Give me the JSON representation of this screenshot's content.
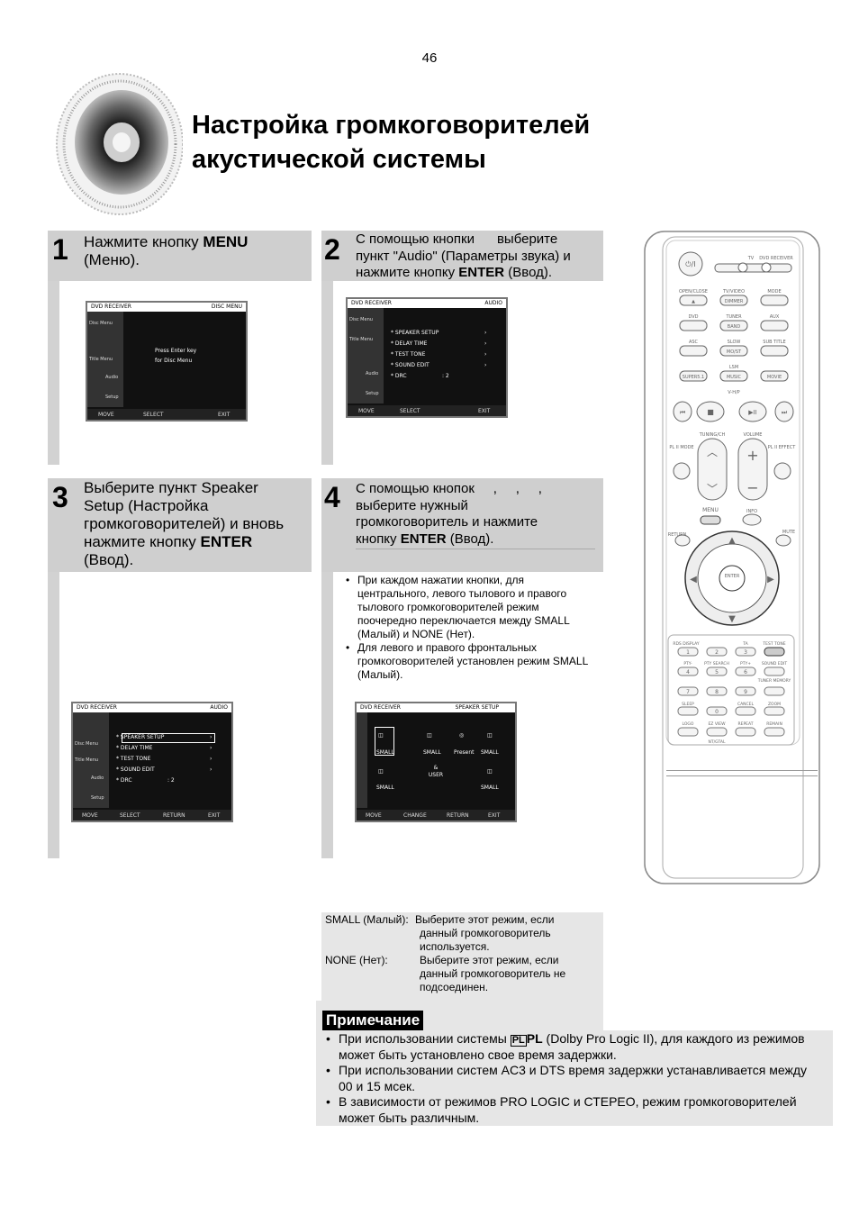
{
  "page_number": "46",
  "title": [
    "Настройка громкоговорителей",
    "акустической системы"
  ],
  "steps": [
    {
      "num": "1",
      "lines": [
        [
          {
            "t": "Нажмите кнопку "
          },
          {
            "t": "MENU",
            "b": true
          }
        ],
        [
          {
            "t": "(Меню)."
          }
        ]
      ]
    },
    {
      "num": "2",
      "lines": [
        [
          {
            "t": "С помощью кнопки      выберите"
          }
        ],
        [
          {
            "t": "пункт \"Audio\" (Параметры звука) и"
          }
        ],
        [
          {
            "t": "нажмите кнопку "
          },
          {
            "t": "ENTER",
            "b": true
          },
          {
            "t": " (Ввод)."
          }
        ]
      ]
    },
    {
      "num": "3",
      "lines": [
        [
          {
            "t": "Выберите пункт Speaker"
          }
        ],
        [
          {
            "t": "Setup (Настройка"
          }
        ],
        [
          {
            "t": "громкоговорителей) и вновь"
          }
        ],
        [
          {
            "t": "нажмите кнопку "
          },
          {
            "t": "ENTER",
            "b": true
          }
        ],
        [
          {
            "t": "(Ввод)."
          }
        ]
      ]
    },
    {
      "num": "4",
      "lines": [
        [
          {
            "t": "С помощью кнопок     ,     ,     ,"
          }
        ],
        [
          {
            "t": "выберите нужный"
          }
        ],
        [
          {
            "t": "громкоговоритель и нажмите"
          }
        ],
        [
          {
            "t": "кнопку "
          },
          {
            "t": "ENTER",
            "b": true
          },
          {
            "t": " (Ввод)."
          }
        ]
      ]
    }
  ],
  "step4_bullets": [
    [
      "При каждом нажатии кнопки, для",
      "центрального, левого тылового и правого",
      "тылового громкоговорителей режим",
      "поочередно переключается между SMALL",
      "(Малый) и NONE (Нет)."
    ],
    [
      "Для левого и правого фронтальных",
      "громкоговорителей установлен режим SMALL",
      "(Малый)."
    ]
  ],
  "screens": {
    "common": {
      "logo": "DVD RECEIVER",
      "side": [
        "Disc Menu",
        "Title Menu",
        "Audio",
        "Setup"
      ]
    },
    "s1": {
      "header": "DISC MENU",
      "message": [
        "Press Enter key",
        "for Disc Menu"
      ],
      "bottom": [
        "MOVE",
        "SELECT",
        "EXIT"
      ]
    },
    "s2": {
      "header": "AUDIO",
      "items": [
        "* SPEAKER SETUP",
        "* DELAY TIME",
        "* TEST TONE",
        "* SOUND EDIT",
        "* DRC"
      ],
      "drc_value": ": 2",
      "arrow": "›",
      "bottom": [
        "MOVE",
        "SELECT",
        "EXIT"
      ]
    },
    "s3": {
      "header": "AUDIO",
      "items": [
        "* SPEAKER SETUP",
        "* DELAY TIME",
        "* TEST TONE",
        "* SOUND EDIT",
        "* DRC"
      ],
      "drc_value": ": 2",
      "arrow": "›",
      "bottom": [
        "MOVE",
        "SELECT",
        "RETURN",
        "EXIT"
      ]
    },
    "s4": {
      "header": "SPEAKER SETUP",
      "labels": [
        "SMALL",
        "SMALL",
        "Present",
        "SMALL",
        "SMALL",
        "SMALL"
      ],
      "center": "& USER",
      "bottom": [
        "MOVE",
        "CHANGE",
        "RETURN",
        "EXIT"
      ]
    }
  },
  "definitions": [
    {
      "term": "SMALL (Малый):",
      "lines": [
        "Выберите этот режим, если",
        "данный громкоговоритель",
        "используется."
      ]
    },
    {
      "term": "NONE (Нет):",
      "lines": [
        "Выберите этот режим, если",
        "данный громкоговоритель не",
        "подсоединен."
      ]
    }
  ],
  "note": {
    "label": "Примечание",
    "item1_prefix": "При использовании системы",
    "item1_mark": "PL",
    "item1_bold": "PL",
    "item1_rest": " (Dolby Pro Logic II), для каждого из режимов",
    "item1_line2": "может быть установлено свое время задержки.",
    "items": [
      [
        "При использовании систем AC3 и DTS время задержки устанавливается между",
        "00 и 15 мсек."
      ],
      [
        "В зависимости от режимов PRO LOGIC и СТЕРЕО, режим громкоговорителей",
        "может быть различным."
      ]
    ]
  },
  "remote": {
    "top_labels": [
      "TV",
      "DVD RECEIVER"
    ],
    "row_labels": [
      "OPEN/CLOSE",
      "TV/VIDEO",
      "MODE",
      "DVD",
      "TUNER",
      "AUX",
      "ASC",
      "SLOW",
      "SUB TITLE",
      "LSM",
      "V-H/P",
      "TUNING/CH",
      "VOLUME",
      "PL II MODE",
      "PL II EFFECT",
      "RDS DISPLAY",
      "TA",
      "TEST TONE",
      "PTY-",
      "PTY SEARCH",
      "PTY+",
      "SOUND EDIT",
      "TUNER MEMORY",
      "SLEEP",
      "CANCEL",
      "ZOOM",
      "LOGO",
      "EZ VIEW",
      "REPEAT",
      "REMAIN",
      "NT/GTAL"
    ],
    "button_labels": [
      "DIMMER",
      "BAND",
      "MO/ST",
      "SUPER5.1",
      "MUSIC",
      "MOVIE",
      "MENU",
      "INFO",
      "RETURN",
      "MUTE",
      "ENTER"
    ],
    "digits": [
      "1",
      "2",
      "3",
      "4",
      "5",
      "6",
      "7",
      "8",
      "9",
      "0"
    ]
  }
}
